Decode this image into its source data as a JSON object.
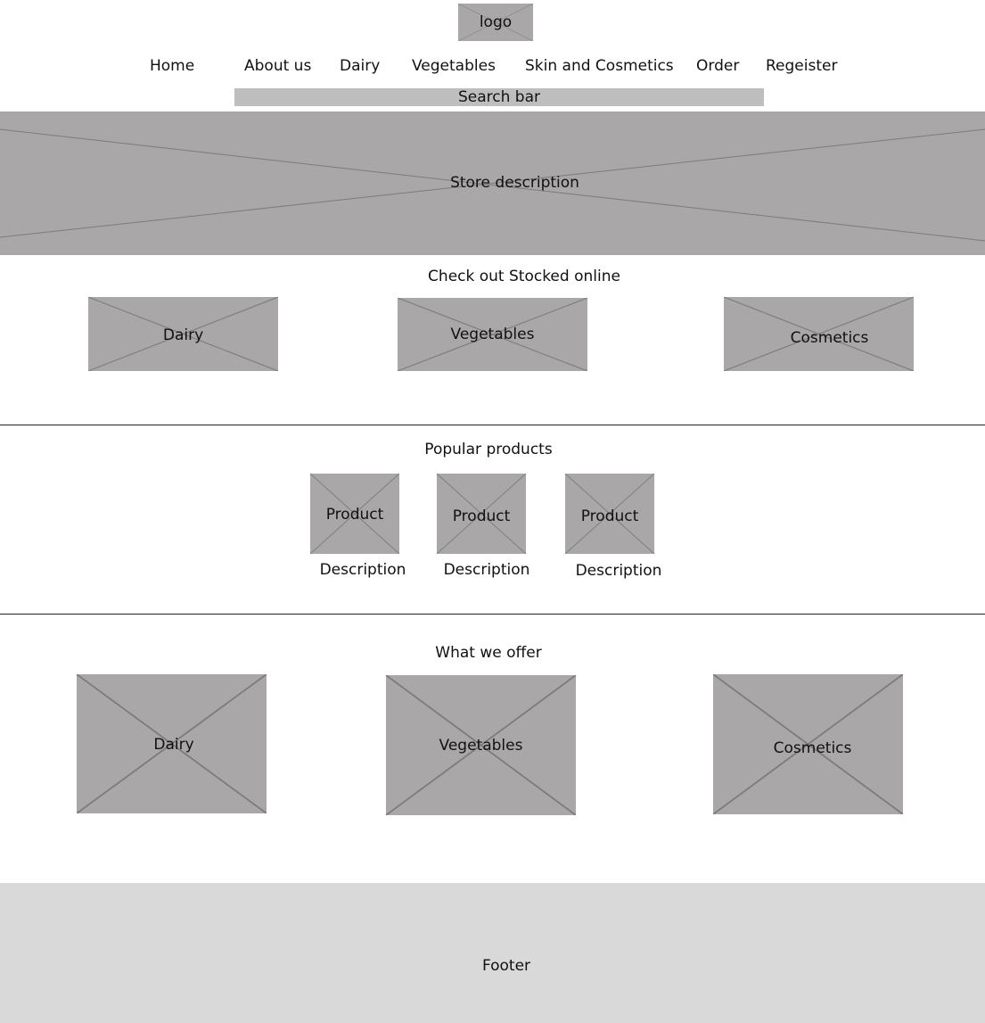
{
  "header": {
    "logo_label": "logo",
    "nav": [
      "Home",
      "About us",
      "Dairy",
      "Vegetables",
      "Skin and Cosmetics",
      "Order",
      "Regeister"
    ],
    "search_label": "Search bar"
  },
  "hero": {
    "label": "Store description"
  },
  "stocked": {
    "title": "Check out Stocked online",
    "items": [
      "Dairy",
      "Vegetables",
      "Cosmetics"
    ]
  },
  "popular": {
    "title": "Popular products",
    "products": [
      {
        "label": "Product",
        "description": "Description"
      },
      {
        "label": "Product",
        "description": "Description"
      },
      {
        "label": "Product",
        "description": "Description"
      }
    ]
  },
  "offer": {
    "title": "What we offer",
    "items": [
      "Dairy",
      "Vegetables",
      "Cosmetics"
    ]
  },
  "footer": {
    "label": "Footer"
  },
  "colors": {
    "placeholder": "#a9a7a7",
    "search_bar": "#bebebe",
    "footer": "#d9d9d9"
  }
}
